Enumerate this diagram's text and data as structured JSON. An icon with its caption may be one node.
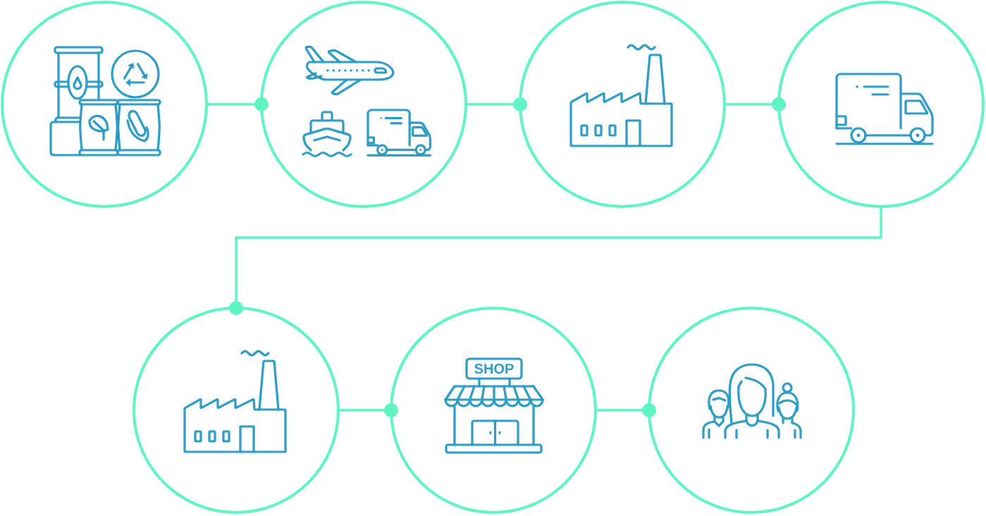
{
  "diagram": {
    "nodes": [
      {
        "text": [],
        "shape": "circle"
      },
      {
        "text": [],
        "shape": "circle"
      },
      {
        "text": [],
        "shape": "circle"
      },
      {
        "text": [],
        "shape": "circle"
      },
      {
        "text": [],
        "shape": "circle"
      },
      {
        "text": [],
        "shape": "circle"
      },
      {
        "text": [],
        "shape": "circle"
      }
    ],
    "edges": [
      {
        "from": 0,
        "to": 1,
        "arrow": "other"
      },
      {
        "from": 1,
        "to": 2,
        "arrow": "other"
      },
      {
        "from": 2,
        "to": 3,
        "arrow": "other"
      },
      {
        "from": 3,
        "to": 4,
        "arrow": "other"
      },
      {
        "from": 4,
        "to": 5,
        "arrow": "other"
      },
      {
        "from": 5,
        "to": 6,
        "arrow": "other"
      }
    ],
    "labels": [
      "SHOP"
    ]
  }
}
